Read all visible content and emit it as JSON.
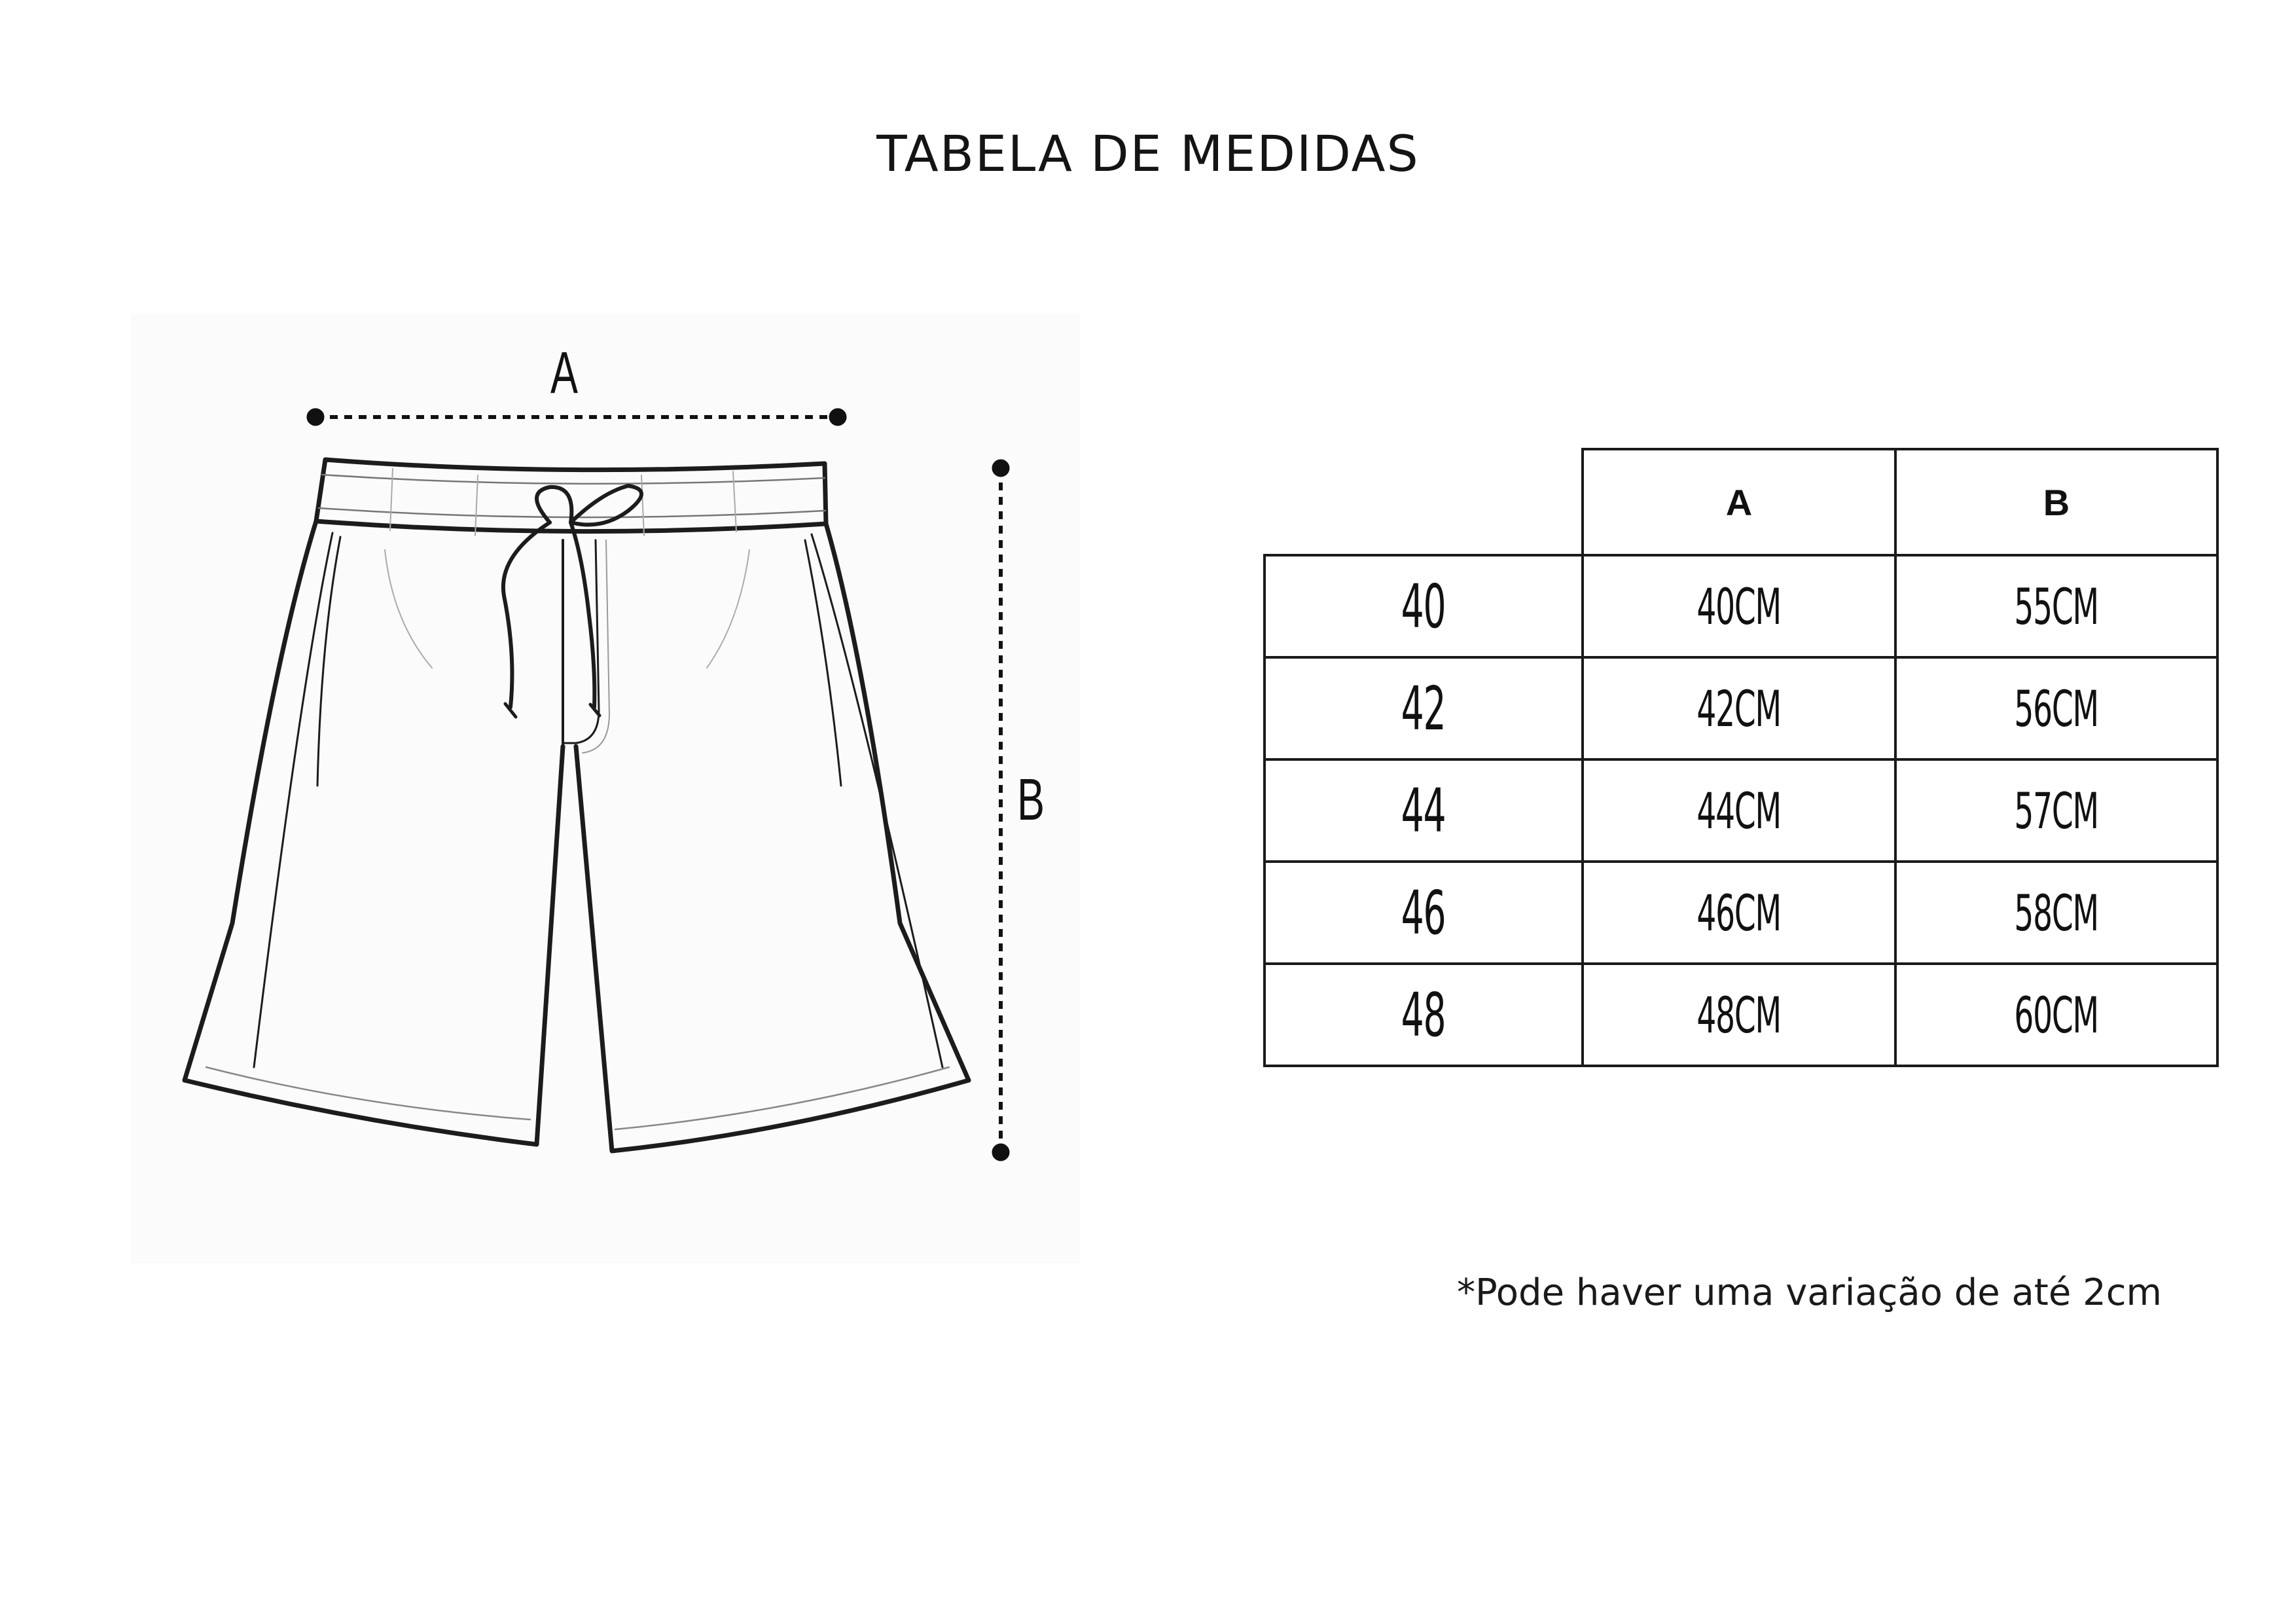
{
  "title": "TABELA DE MEDIDAS",
  "diagram": {
    "label_a": "A",
    "label_b": "B"
  },
  "table": {
    "headers": [
      "",
      "A",
      "B"
    ],
    "rows": [
      {
        "size": "40",
        "a": "40CM",
        "b": "55CM"
      },
      {
        "size": "42",
        "a": "42CM",
        "b": "56CM"
      },
      {
        "size": "44",
        "a": "44CM",
        "b": "57CM"
      },
      {
        "size": "46",
        "a": "46CM",
        "b": "58CM"
      },
      {
        "size": "48",
        "a": "48CM",
        "b": "60CM"
      }
    ]
  },
  "note": "*Pode haver uma variação de até 2cm"
}
